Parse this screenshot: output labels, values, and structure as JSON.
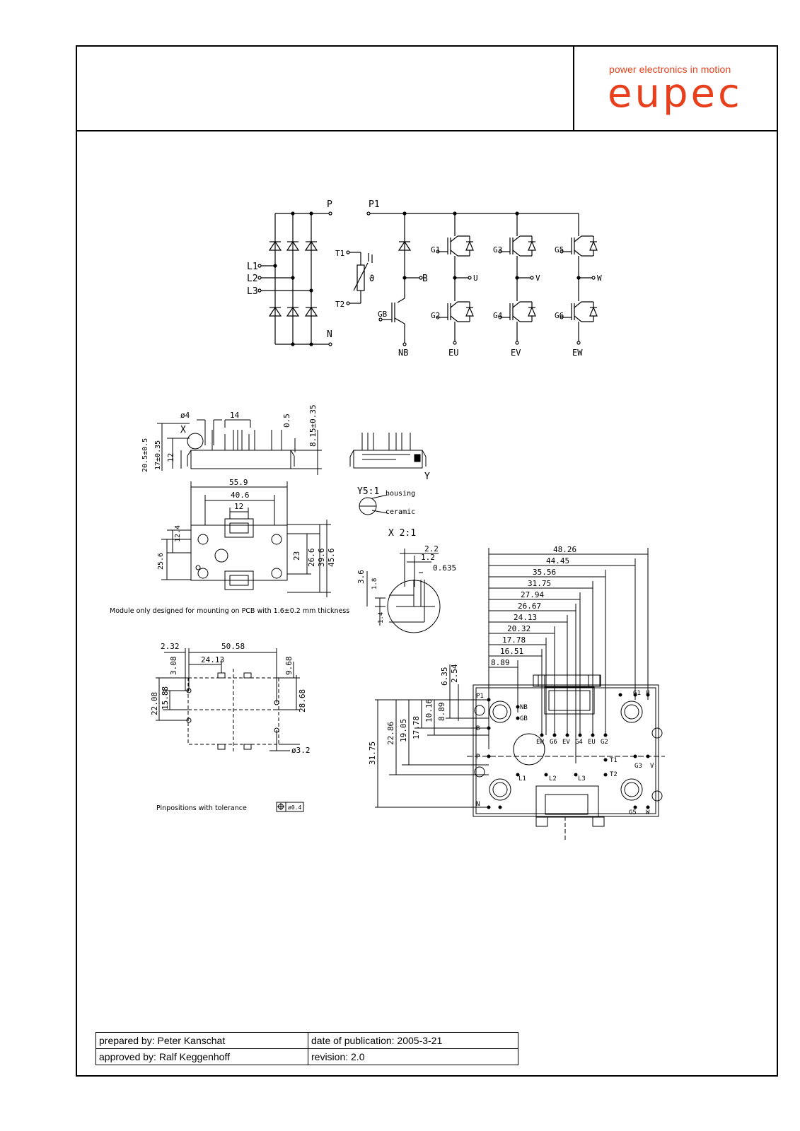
{
  "brand": {
    "tagline": "power electronics in motion",
    "name": "eupec",
    "color": "#e8401c"
  },
  "circuit": {
    "labels": {
      "P": "P",
      "P1": "P1",
      "N": "N",
      "L1": "L1",
      "L2": "L2",
      "L3": "L3",
      "T1": "T1",
      "T2": "T2",
      "theta": "ϑ",
      "B": "B",
      "GB": "GB",
      "NB": "NB",
      "G1": "G1",
      "G2": "G2",
      "G3": "G3",
      "G4": "G4",
      "G5": "G5",
      "G6": "G6",
      "U": "U",
      "V": "V",
      "W": "W",
      "EU": "EU",
      "EV": "EV",
      "EW": "EW"
    }
  },
  "side_view": {
    "dims": [
      "ø4",
      "14",
      "0.5",
      "8.15±0.35",
      "20.5±0.5",
      "17±0.35",
      "12"
    ],
    "x_label": "X",
    "y_label": "Y"
  },
  "top_view": {
    "dims": [
      "55.9",
      "40.6",
      "12",
      "12.4",
      "25.6",
      "23",
      "26.6",
      "39.6",
      "45.6"
    ]
  },
  "detail_y": {
    "title": "Y5:1",
    "housing": "housing",
    "ceramic": "ceramic"
  },
  "detail_x": {
    "title": "X 2:1",
    "dims": [
      "2.2",
      "1.2",
      "0.635",
      "3.6",
      "1.8",
      "1.4"
    ]
  },
  "notes": {
    "mounting": "Module only designed for mounting on PCB with 1.6±0.2 mm thickness",
    "pinpositions": "Pinpositions with tolerance",
    "tolerance": "ø0.4"
  },
  "bottom_view": {
    "dims": [
      "2.32",
      "50.58",
      "3.08",
      "24.13",
      "9.68",
      "22.08",
      "15.88",
      "28.68",
      "ø3.2"
    ]
  },
  "pin_layout": {
    "horizontal_dims": [
      "48.26",
      "44.45",
      "35.56",
      "31.75",
      "27.94",
      "26.67",
      "24.13",
      "20.32",
      "17.78",
      "16.51",
      "8.89"
    ],
    "vertical_dims": [
      "6.35",
      "2.54",
      "31.75",
      "22.86",
      "19.05",
      "17.78",
      "10.16",
      "8.89"
    ],
    "pins": [
      "P1",
      "NB",
      "GB",
      "B",
      "EW",
      "G6",
      "EV",
      "G4",
      "EU",
      "G2",
      "P",
      "T1",
      "T2",
      "L1",
      "L2",
      "L3",
      "N",
      "G1",
      "U",
      "G3",
      "V",
      "G5",
      "W"
    ]
  },
  "footer": {
    "prepared_by": "prepared by: Peter Kanschat",
    "date": "date of publication: 2005-3-21",
    "approved_by": "approved by: Ralf Keggenhoff",
    "revision": "revision: 2.0"
  }
}
